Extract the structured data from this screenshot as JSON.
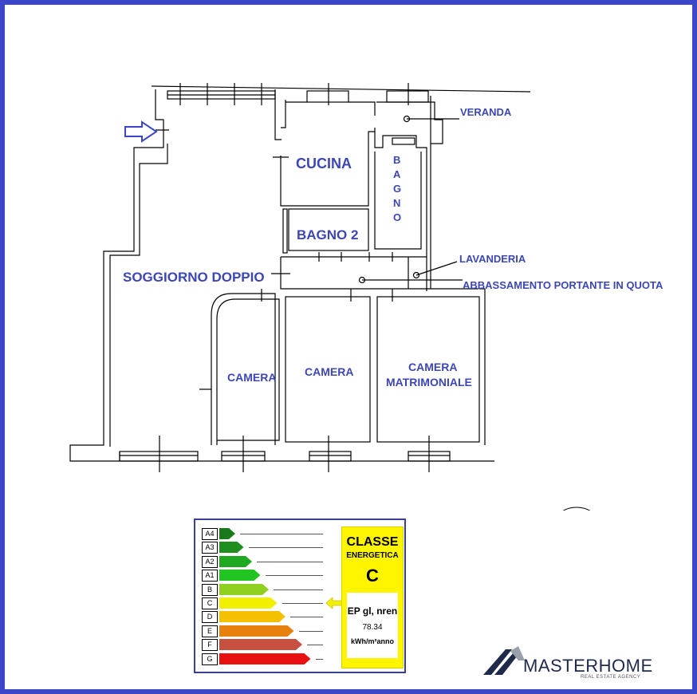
{
  "plan": {
    "rooms": {
      "cucina": "CUCINA",
      "bagno": [
        "B",
        "A",
        "G",
        "N",
        "O"
      ],
      "bagno2": "BAGNO 2",
      "soggiorno": "SOGGIORNO DOPPIO",
      "camera1": "CAMERA",
      "camera2": "CAMERA",
      "camera3_line1": "CAMERA",
      "camera3_line2": "MATRIMONIALE"
    },
    "notes": {
      "veranda": "VERANDA",
      "lavanderia": "LAVANDERIA",
      "abbassamento": "ABBASSAMENTO PORTANTE IN QUOTA"
    }
  },
  "energy": {
    "bands": [
      {
        "label": "A4",
        "color": "#1a7a1a"
      },
      {
        "label": "A3",
        "color": "#1e8f1e"
      },
      {
        "label": "A2",
        "color": "#20a820"
      },
      {
        "label": "A1",
        "color": "#22c422"
      },
      {
        "label": "B",
        "color": "#8fd020"
      },
      {
        "label": "C",
        "color": "#f0f000"
      },
      {
        "label": "D",
        "color": "#f4c000"
      },
      {
        "label": "E",
        "color": "#e88010"
      },
      {
        "label": "F",
        "color": "#c85040"
      },
      {
        "label": "G",
        "color": "#e81010"
      }
    ],
    "classe_title": "CLASSE",
    "classe_sub": "ENERGETICA",
    "classe_letter": "C",
    "ep_label": "EP gl, nren",
    "ep_value": "78.34",
    "ep_unit": "kWh/m²anno",
    "current_band": "C",
    "pointer_color": "#f0f000"
  },
  "logo": {
    "name": "MASTERHOME",
    "tagline": "REAL ESTATE AGENCY"
  },
  "colors": {
    "frame": "#3c46c8",
    "labels": "#3c46b4"
  }
}
